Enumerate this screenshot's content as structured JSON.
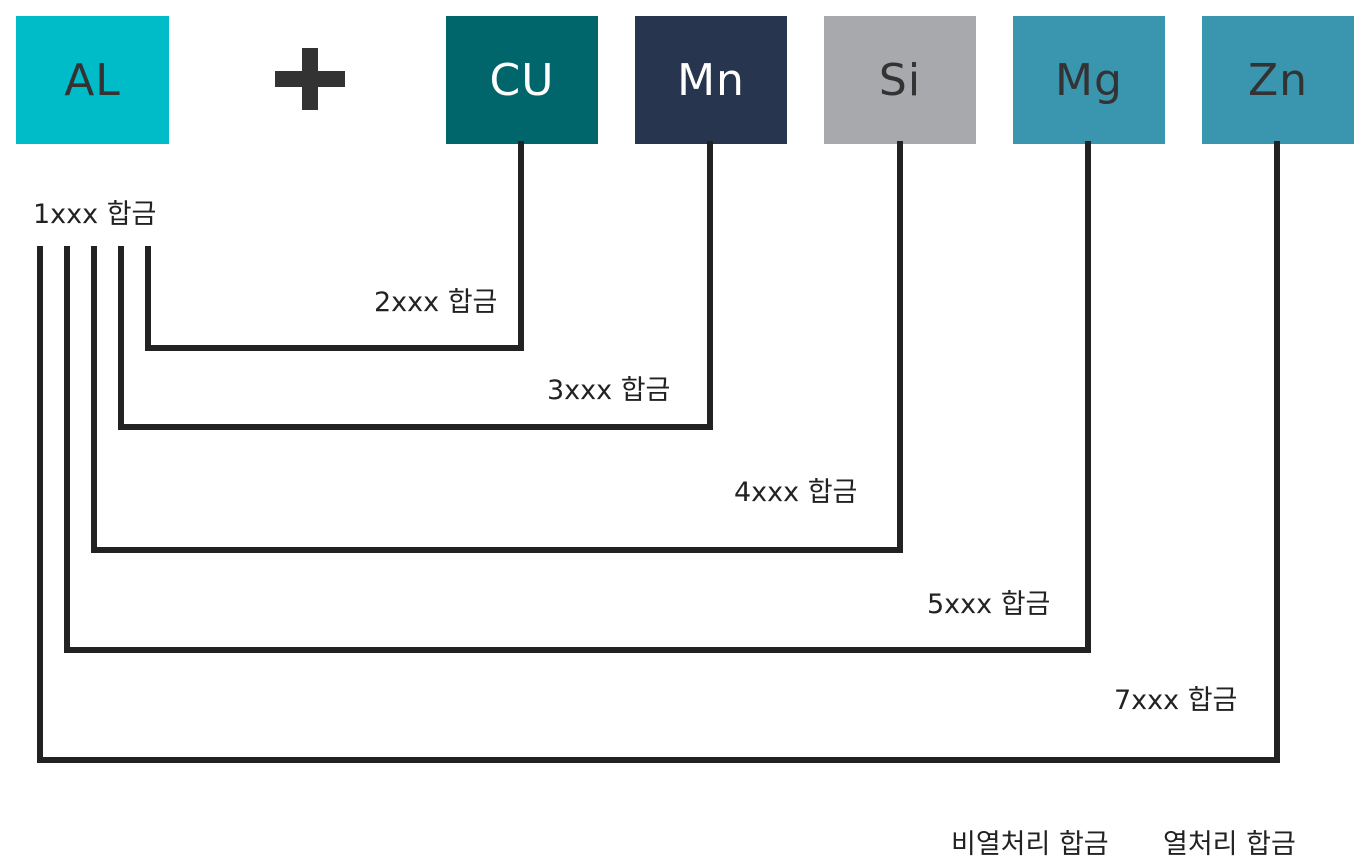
{
  "base": {
    "label": "AL",
    "color": "#00BCC9",
    "text_color": "#333333"
  },
  "operator": {
    "icon": "plus-icon",
    "color": "#333333"
  },
  "elements": [
    {
      "label": "CU",
      "color": "#00666B",
      "text_color": "#FFFFFF"
    },
    {
      "label": "Mn",
      "color": "#27364E",
      "text_color": "#FFFFFF"
    },
    {
      "label": "Si",
      "color": "#A8A9AD",
      "text_color": "#333333"
    },
    {
      "label": "Mg",
      "color": "#3A95AF",
      "text_color": "#333333"
    },
    {
      "label": "Zn",
      "color": "#3A95AF",
      "text_color": "#333333"
    }
  ],
  "series": {
    "s1": "1xxx 합금",
    "s2": "2xxx 합금",
    "s3": "3xxx 합금",
    "s4": "4xxx 합금",
    "s5": "5xxx 합금",
    "s7": "7xxx 합금"
  },
  "footer": {
    "non_heat": "비열처리 합금",
    "heat": "열처리 합금"
  },
  "line_color": "#222222"
}
